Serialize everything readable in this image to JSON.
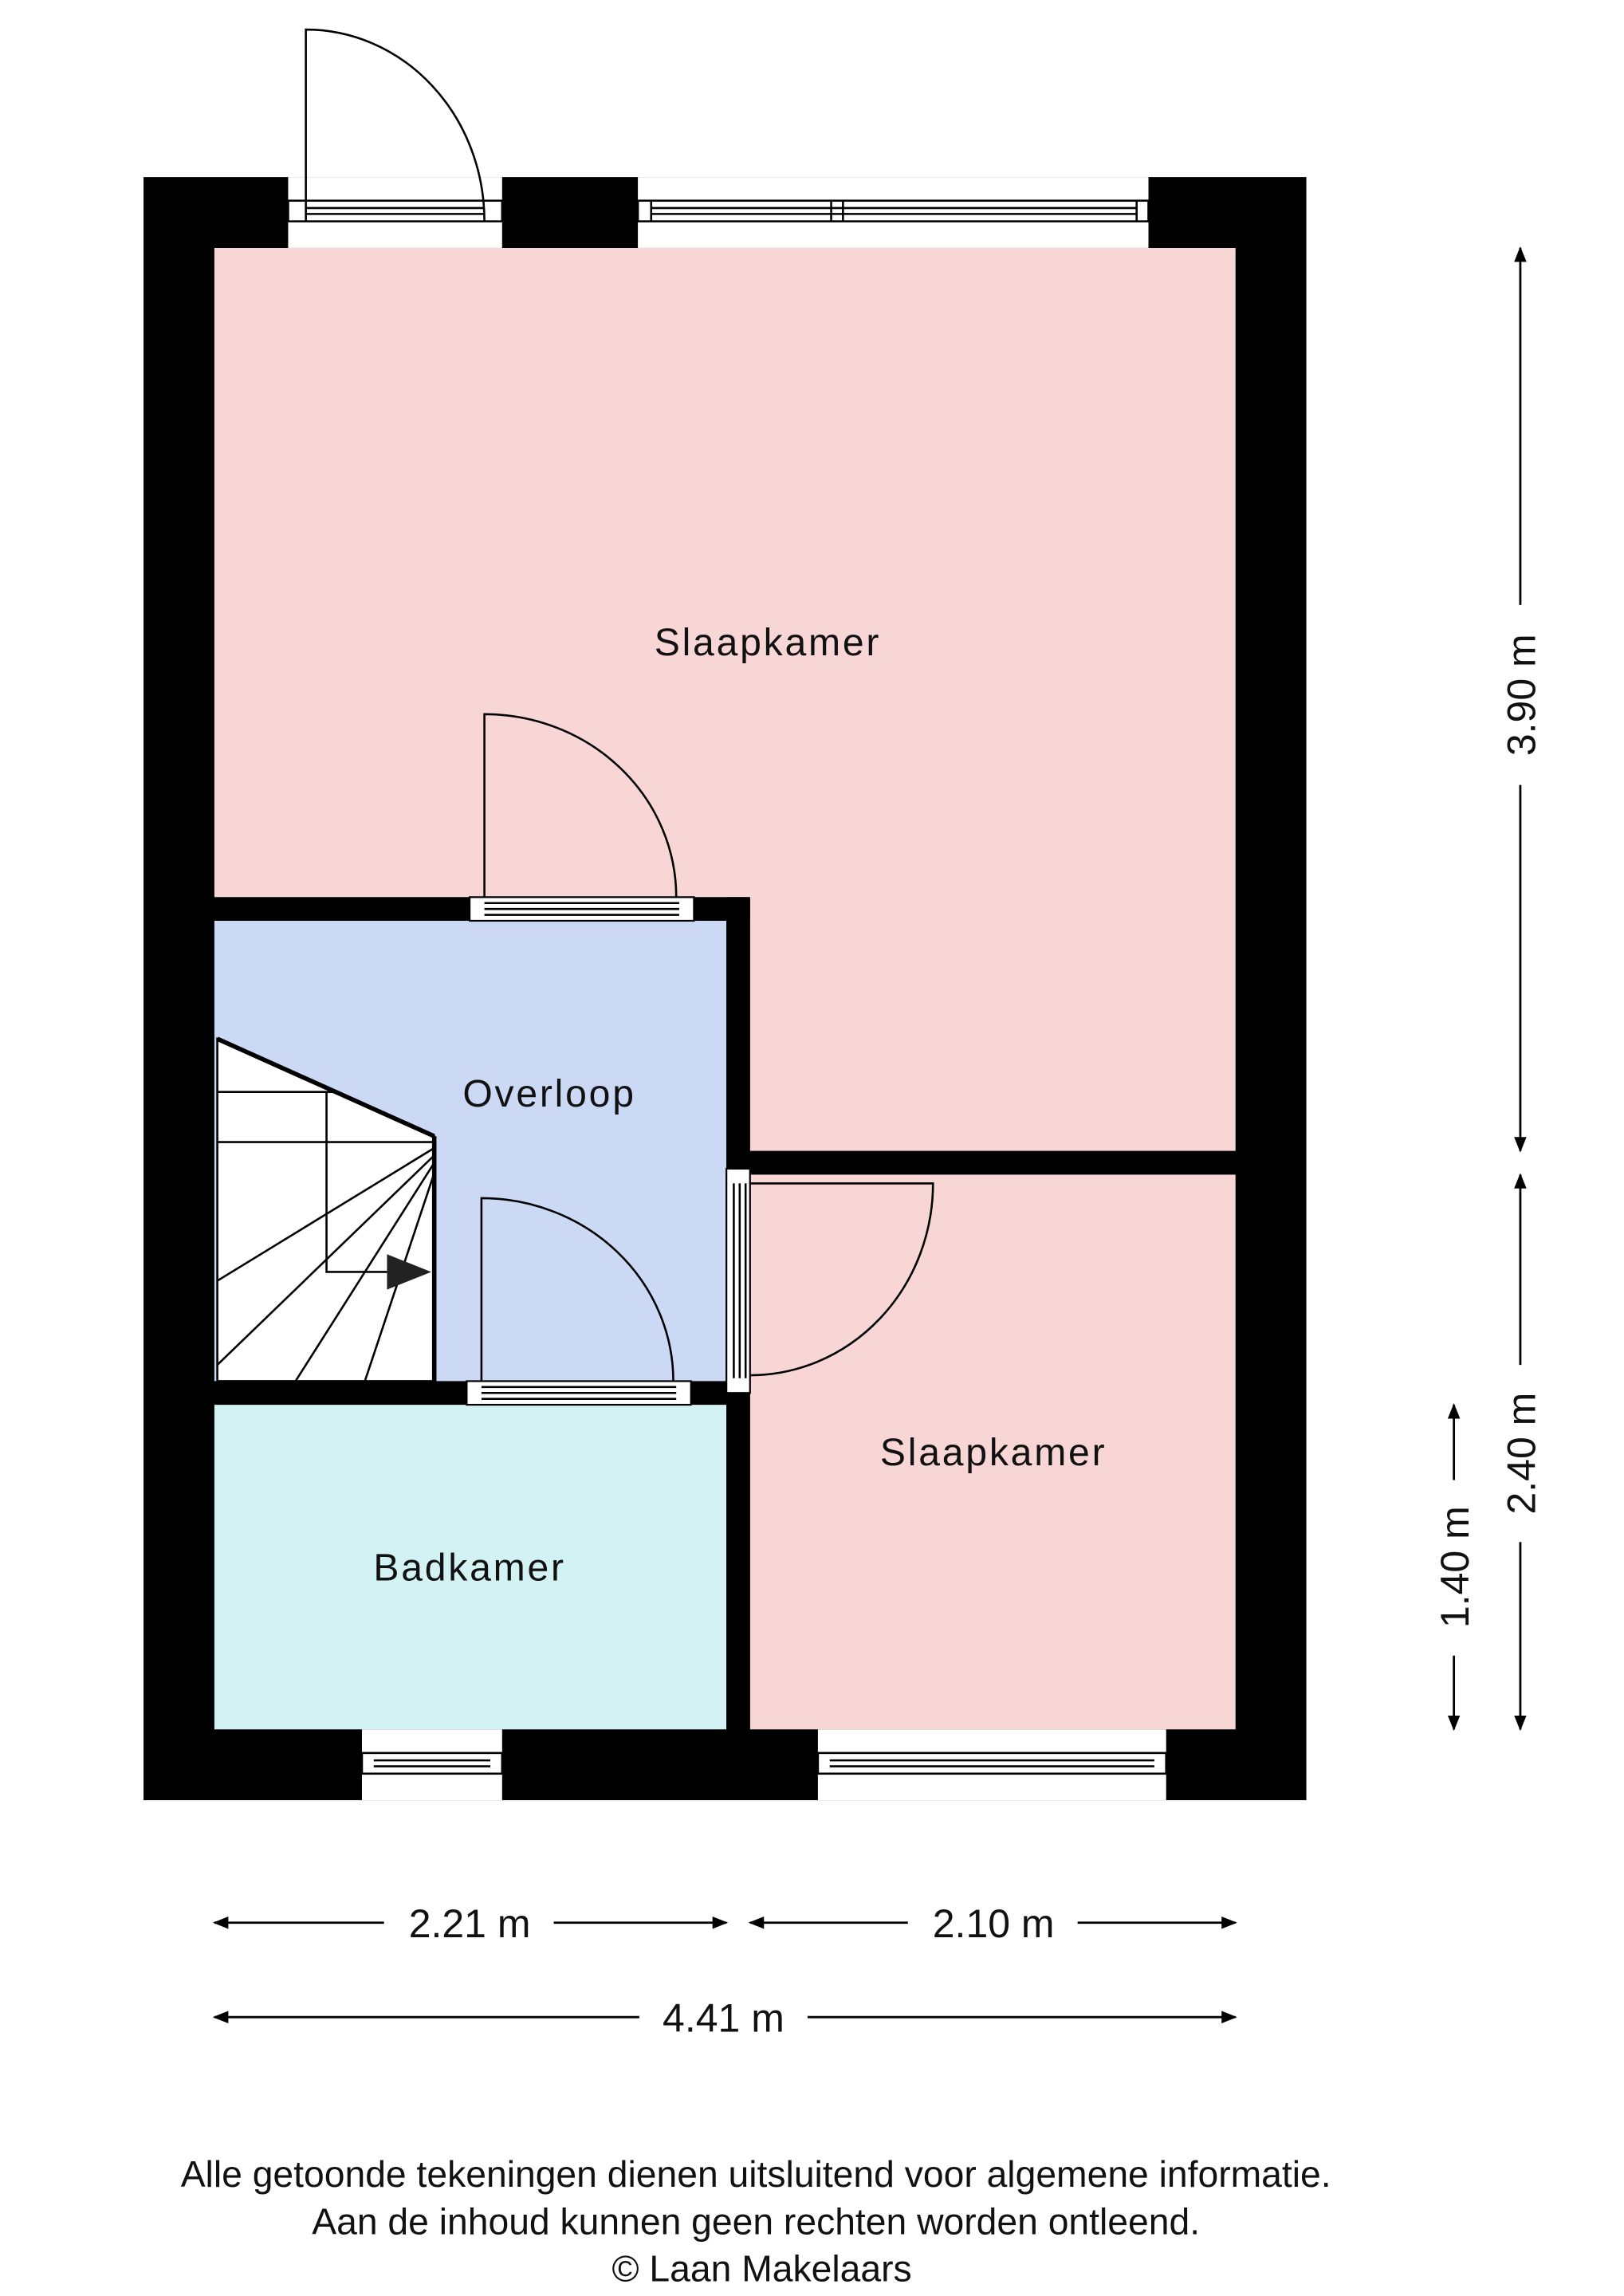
{
  "colors": {
    "wall": "#000000",
    "bedroom": "#f9d6d6",
    "landing": "#cbd9f5",
    "bathroom": "#d2f2f4"
  },
  "rooms": {
    "bedroom_large": "Slaapkamer",
    "landing": "Overloop",
    "bedroom_small": "Slaapkamer",
    "bathroom": "Badkamer"
  },
  "dimensions": {
    "right_upper": "3.90 m",
    "right_lower": "2.40 m",
    "right_bath": "1.40 m",
    "bottom_left": "2.21 m",
    "bottom_right": "2.10 m",
    "bottom_total": "4.41 m"
  },
  "footer": {
    "line1": "Alle getoonde tekeningen dienen uitsluitend voor algemene informatie.",
    "line2": "Aan de inhoud kunnen geen rechten worden ontleend.",
    "line3": "© Laan Makelaars"
  }
}
